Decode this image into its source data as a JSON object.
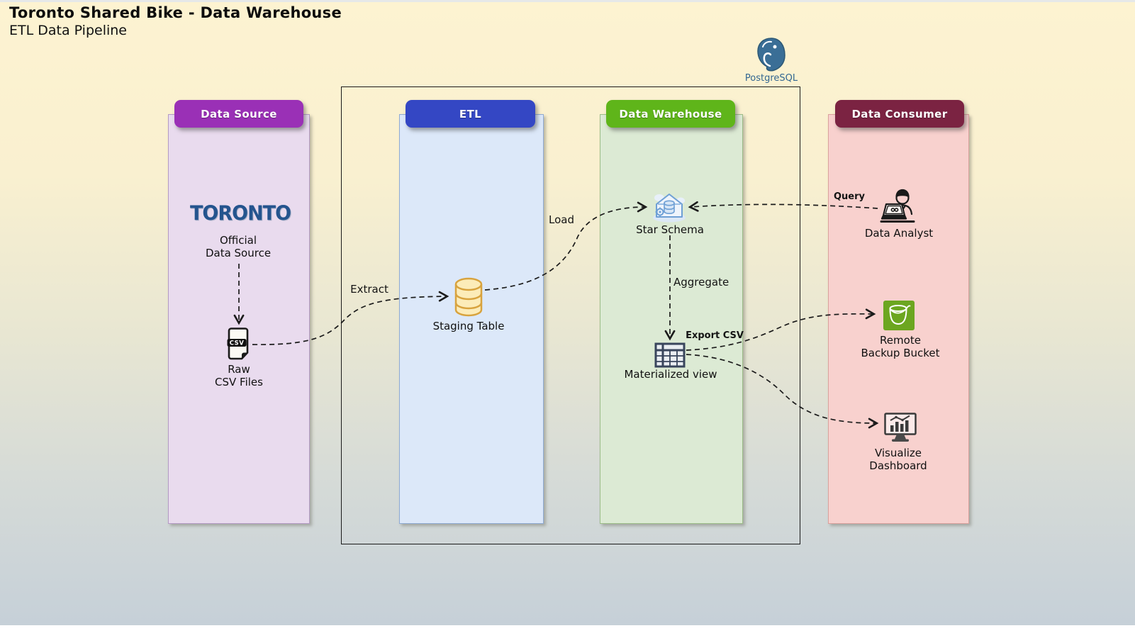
{
  "title": "Toronto Shared Bike - Data Warehouse",
  "subtitle": "ETL Data Pipeline",
  "postgresql_label": "PostgreSQL",
  "lanes": {
    "data_source": {
      "label": "Data Source",
      "header_color": "#9a30b6",
      "fill": "#e9dbee"
    },
    "etl": {
      "label": "ETL",
      "header_color": "#3447c4",
      "fill": "#dce8f9"
    },
    "data_warehouse": {
      "label": "Data Warehouse",
      "header_color": "#5fb51a",
      "fill": "#dcead4"
    },
    "data_consumer": {
      "label": "Data Consumer",
      "header_color": "#7b2342",
      "fill": "#f8d1ce"
    }
  },
  "nodes": {
    "toronto": {
      "brand": "TORONTO",
      "line1": "Official",
      "line2": "Data Source"
    },
    "csv_file": {
      "badge": "CSV",
      "line1": "Raw",
      "line2": "CSV Files"
    },
    "staging_table": {
      "label": "Staging Table"
    },
    "star_schema": {
      "label": "Star Schema"
    },
    "materialized_view": {
      "label": "Materialized view"
    },
    "data_analyst": {
      "label": "Data Analyst"
    },
    "backup_bucket": {
      "line1": "Remote",
      "line2": "Backup Bucket"
    },
    "dashboard": {
      "line1": "Visualize",
      "line2": "Dashboard"
    }
  },
  "edges": {
    "extract": "Extract",
    "load": "Load",
    "aggregate": "Aggregate",
    "query": "Query",
    "export_csv": "Export CSV"
  },
  "colors": {
    "toronto_blue": "#2a5d9c",
    "postgres_blue": "#336791",
    "bucket_green": "#6ca620",
    "staging_fill": "#fcecb9",
    "staging_stroke": "#d8a33e",
    "star_schema_blue": "#6fa0d5",
    "table_navy": "#39455c",
    "connector": "#1b1b1b"
  }
}
